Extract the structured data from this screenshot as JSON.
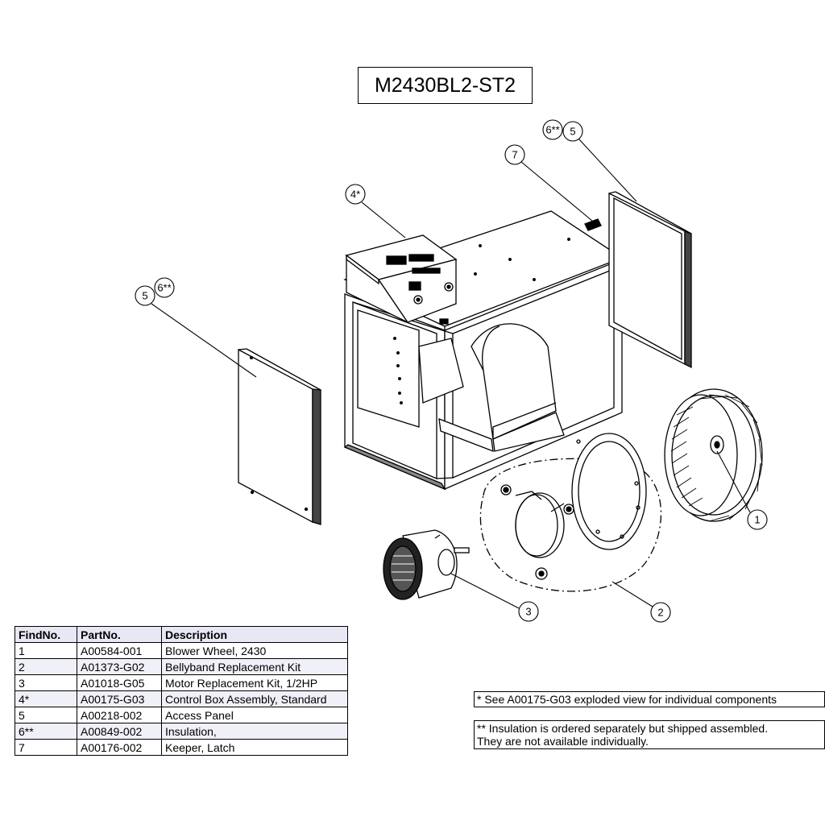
{
  "title": "M2430BL2-ST2",
  "callouts": {
    "c1": "1",
    "c2": "2",
    "c3": "3",
    "c4": "4*",
    "c5a": "5",
    "c6a": "6**",
    "c5b": "5",
    "c6b": "6**",
    "c7": "7"
  },
  "parts_table": {
    "headers": [
      "FindNo.",
      "PartNo.",
      "Description"
    ],
    "rows": [
      [
        "1",
        "A00584-001",
        "Blower Wheel, 2430"
      ],
      [
        "2",
        "A01373-G02",
        "Bellyband Replacement Kit"
      ],
      [
        "3",
        "A01018-G05",
        "Motor Replacement Kit, 1/2HP"
      ],
      [
        "4*",
        "A00175-G03",
        "Control Box Assembly, Standard"
      ],
      [
        "5",
        "A00218-002",
        "Access Panel"
      ],
      [
        "6**",
        "A00849-002",
        "Insulation,"
      ],
      [
        "7",
        "A00176-002",
        "Keeper, Latch"
      ]
    ]
  },
  "notes": {
    "note1": "* See A00175-G03 exploded view for individual components",
    "note2_line1": "** Insulation is ordered separately but shipped assembled.",
    "note2_line2": "They are not available individually."
  }
}
